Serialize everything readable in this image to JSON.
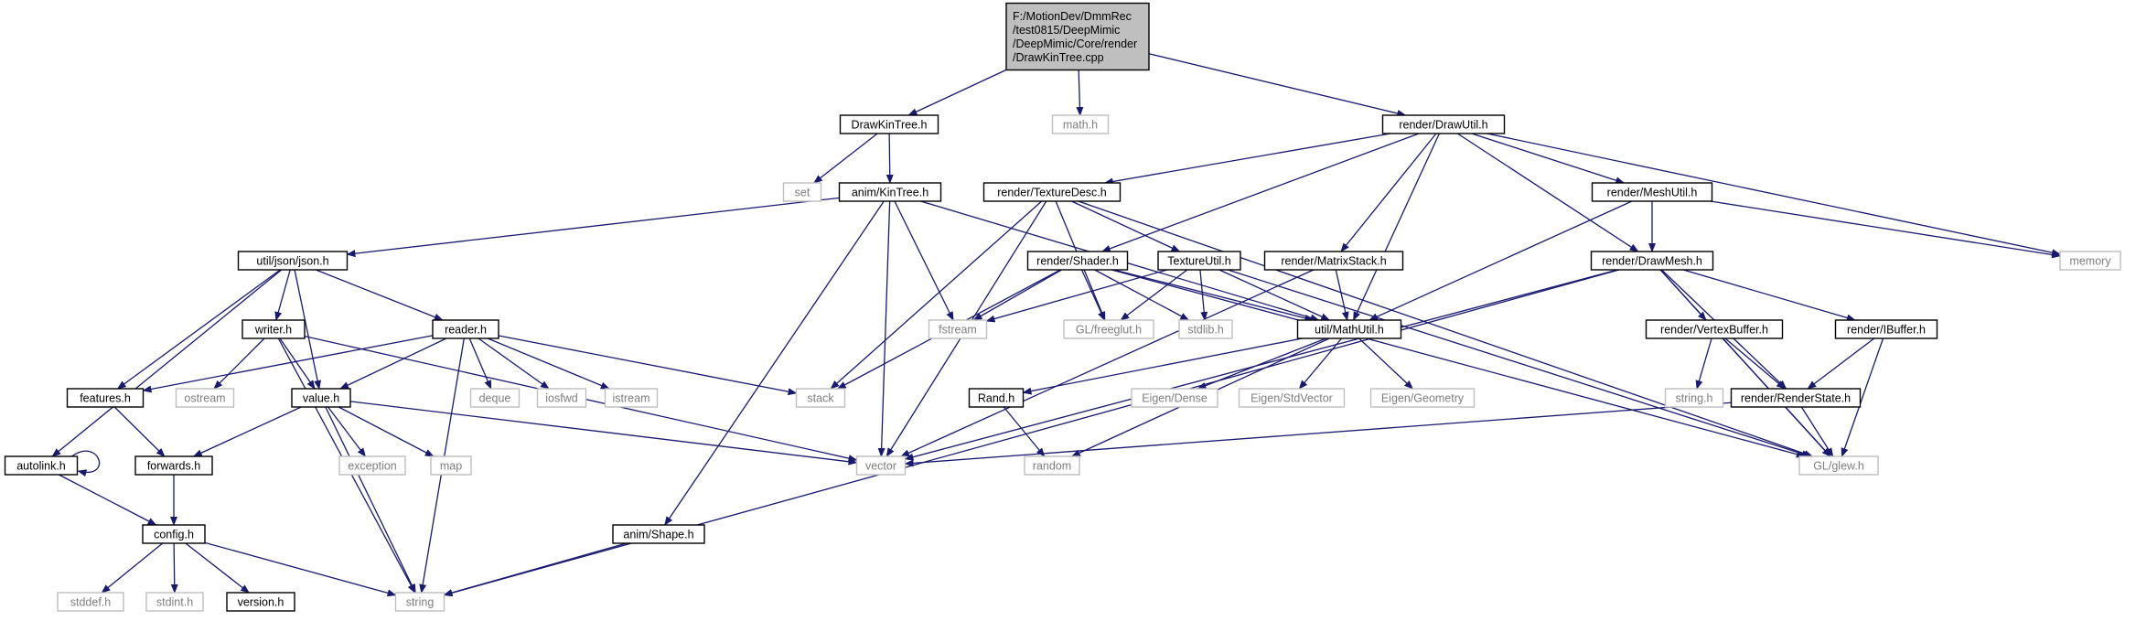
{
  "graph": {
    "colors": {
      "edge": "#191970",
      "internal_border": "#000000",
      "external_border": "#bfbfbf",
      "internal_text": "#000000",
      "external_text": "#7f7f7f",
      "root_fill": "#bfbfbf",
      "fill": "#ffffff"
    },
    "nodes": [
      {
        "id": "root",
        "lines": [
          "F:/MotionDev/DmmRec",
          "/test0815/DeepMimic",
          "/DeepMimic/Core/render",
          "/DrawKinTree.cpp"
        ],
        "kind": "root"
      },
      {
        "id": "drawkintree_h",
        "lines": [
          "DrawKinTree.h"
        ],
        "kind": "internal"
      },
      {
        "id": "math_h",
        "lines": [
          "math.h"
        ],
        "kind": "external"
      },
      {
        "id": "render_drawutil_h",
        "lines": [
          "render/DrawUtil.h"
        ],
        "kind": "internal"
      },
      {
        "id": "set",
        "lines": [
          "set"
        ],
        "kind": "external"
      },
      {
        "id": "anim_kintree_h",
        "lines": [
          "anim/KinTree.h"
        ],
        "kind": "internal"
      },
      {
        "id": "render_texturedesc_h",
        "lines": [
          "render/TextureDesc.h"
        ],
        "kind": "internal"
      },
      {
        "id": "render_meshutil_h",
        "lines": [
          "render/MeshUtil.h"
        ],
        "kind": "internal"
      },
      {
        "id": "memory",
        "lines": [
          "memory"
        ],
        "kind": "external"
      },
      {
        "id": "util_json_json_h",
        "lines": [
          "util/json/json.h"
        ],
        "kind": "internal"
      },
      {
        "id": "render_shader_h",
        "lines": [
          "render/Shader.h"
        ],
        "kind": "internal"
      },
      {
        "id": "textureutil_h",
        "lines": [
          "TextureUtil.h"
        ],
        "kind": "internal"
      },
      {
        "id": "render_matrixstack_h",
        "lines": [
          "render/MatrixStack.h"
        ],
        "kind": "internal"
      },
      {
        "id": "render_drawmesh_h",
        "lines": [
          "render/DrawMesh.h"
        ],
        "kind": "internal"
      },
      {
        "id": "writer_h",
        "lines": [
          "writer.h"
        ],
        "kind": "internal"
      },
      {
        "id": "reader_h",
        "lines": [
          "reader.h"
        ],
        "kind": "internal"
      },
      {
        "id": "fstream",
        "lines": [
          "fstream"
        ],
        "kind": "external"
      },
      {
        "id": "gl_freeglut_h",
        "lines": [
          "GL/freeglut.h"
        ],
        "kind": "external"
      },
      {
        "id": "stdlib_h",
        "lines": [
          "stdlib.h"
        ],
        "kind": "external"
      },
      {
        "id": "util_mathutil_h",
        "lines": [
          "util/MathUtil.h"
        ],
        "kind": "internal"
      },
      {
        "id": "render_vertexbuffer_h",
        "lines": [
          "render/VertexBuffer.h"
        ],
        "kind": "internal"
      },
      {
        "id": "render_ibuffer_h",
        "lines": [
          "render/IBuffer.h"
        ],
        "kind": "internal"
      },
      {
        "id": "features_h",
        "lines": [
          "features.h"
        ],
        "kind": "internal"
      },
      {
        "id": "ostream",
        "lines": [
          "ostream"
        ],
        "kind": "external"
      },
      {
        "id": "value_h",
        "lines": [
          "value.h"
        ],
        "kind": "internal"
      },
      {
        "id": "deque",
        "lines": [
          "deque"
        ],
        "kind": "external"
      },
      {
        "id": "iosfwd",
        "lines": [
          "iosfwd"
        ],
        "kind": "external"
      },
      {
        "id": "istream",
        "lines": [
          "istream"
        ],
        "kind": "external"
      },
      {
        "id": "stack",
        "lines": [
          "stack"
        ],
        "kind": "external"
      },
      {
        "id": "rand_h",
        "lines": [
          "Rand.h"
        ],
        "kind": "internal"
      },
      {
        "id": "eigen_dense",
        "lines": [
          "Eigen/Dense"
        ],
        "kind": "external"
      },
      {
        "id": "eigen_stdvector",
        "lines": [
          "Eigen/StdVector"
        ],
        "kind": "external"
      },
      {
        "id": "eigen_geometry",
        "lines": [
          "Eigen/Geometry"
        ],
        "kind": "external"
      },
      {
        "id": "string_h",
        "lines": [
          "string.h"
        ],
        "kind": "external"
      },
      {
        "id": "render_renderstate_h",
        "lines": [
          "render/RenderState.h"
        ],
        "kind": "internal"
      },
      {
        "id": "autolink_h",
        "lines": [
          "autolink.h"
        ],
        "kind": "internal"
      },
      {
        "id": "forwards_h",
        "lines": [
          "forwards.h"
        ],
        "kind": "internal"
      },
      {
        "id": "exception",
        "lines": [
          "exception"
        ],
        "kind": "external"
      },
      {
        "id": "map",
        "lines": [
          "map"
        ],
        "kind": "external"
      },
      {
        "id": "vector",
        "lines": [
          "vector"
        ],
        "kind": "external"
      },
      {
        "id": "random",
        "lines": [
          "random"
        ],
        "kind": "external"
      },
      {
        "id": "gl_glew_h",
        "lines": [
          "GL/glew.h"
        ],
        "kind": "external"
      },
      {
        "id": "config_h",
        "lines": [
          "config.h"
        ],
        "kind": "internal"
      },
      {
        "id": "anim_shape_h",
        "lines": [
          "anim/Shape.h"
        ],
        "kind": "internal"
      },
      {
        "id": "stddef_h",
        "lines": [
          "stddef.h"
        ],
        "kind": "external"
      },
      {
        "id": "stdint_h",
        "lines": [
          "stdint.h"
        ],
        "kind": "external"
      },
      {
        "id": "version_h",
        "lines": [
          "version.h"
        ],
        "kind": "internal"
      },
      {
        "id": "string",
        "lines": [
          "string"
        ],
        "kind": "external"
      }
    ],
    "edges": [
      [
        "root",
        "drawkintree_h"
      ],
      [
        "root",
        "math_h"
      ],
      [
        "root",
        "render_drawutil_h"
      ],
      [
        "drawkintree_h",
        "set"
      ],
      [
        "drawkintree_h",
        "anim_kintree_h"
      ],
      [
        "anim_kintree_h",
        "util_json_json_h"
      ],
      [
        "anim_kintree_h",
        "fstream"
      ],
      [
        "anim_kintree_h",
        "vector"
      ],
      [
        "anim_kintree_h",
        "anim_shape_h"
      ],
      [
        "anim_kintree_h",
        "util_mathutil_h"
      ],
      [
        "render_drawutil_h",
        "render_texturedesc_h"
      ],
      [
        "render_drawutil_h",
        "render_meshutil_h"
      ],
      [
        "render_drawutil_h",
        "memory"
      ],
      [
        "render_drawutil_h",
        "render_shader_h"
      ],
      [
        "render_drawutil_h",
        "render_matrixstack_h"
      ],
      [
        "render_drawutil_h",
        "util_mathutil_h"
      ],
      [
        "render_drawutil_h",
        "render_drawmesh_h"
      ],
      [
        "render_texturedesc_h",
        "textureutil_h"
      ],
      [
        "render_texturedesc_h",
        "stack"
      ],
      [
        "render_texturedesc_h",
        "vector"
      ],
      [
        "render_texturedesc_h",
        "gl_freeglut_h"
      ],
      [
        "render_texturedesc_h",
        "gl_glew_h"
      ],
      [
        "render_meshutil_h",
        "render_drawmesh_h"
      ],
      [
        "render_meshutil_h",
        "util_mathutil_h"
      ],
      [
        "render_meshutil_h",
        "memory"
      ],
      [
        "util_json_json_h",
        "writer_h"
      ],
      [
        "util_json_json_h",
        "reader_h"
      ],
      [
        "util_json_json_h",
        "features_h"
      ],
      [
        "util_json_json_h",
        "value_h"
      ],
      [
        "util_json_json_h",
        "autolink_h"
      ],
      [
        "render_shader_h",
        "fstream"
      ],
      [
        "render_shader_h",
        "gl_freeglut_h"
      ],
      [
        "render_shader_h",
        "stdlib_h"
      ],
      [
        "render_shader_h",
        "util_mathutil_h"
      ],
      [
        "render_shader_h",
        "stack"
      ],
      [
        "render_shader_h",
        "gl_glew_h"
      ],
      [
        "textureutil_h",
        "fstream"
      ],
      [
        "textureutil_h",
        "gl_freeglut_h"
      ],
      [
        "textureutil_h",
        "stdlib_h"
      ],
      [
        "textureutil_h",
        "util_mathutil_h"
      ],
      [
        "textureutil_h",
        "gl_glew_h"
      ],
      [
        "render_matrixstack_h",
        "util_mathutil_h"
      ],
      [
        "render_matrixstack_h",
        "vector"
      ],
      [
        "render_drawmesh_h",
        "render_vertexbuffer_h"
      ],
      [
        "render_drawmesh_h",
        "render_ibuffer_h"
      ],
      [
        "render_drawmesh_h",
        "render_renderstate_h"
      ],
      [
        "render_drawmesh_h",
        "gl_glew_h"
      ],
      [
        "render_drawmesh_h",
        "vector"
      ],
      [
        "render_drawmesh_h",
        "string"
      ],
      [
        "writer_h",
        "ostream"
      ],
      [
        "writer_h",
        "value_h"
      ],
      [
        "writer_h",
        "vector"
      ],
      [
        "writer_h",
        "string"
      ],
      [
        "reader_h",
        "features_h"
      ],
      [
        "reader_h",
        "value_h"
      ],
      [
        "reader_h",
        "deque"
      ],
      [
        "reader_h",
        "iosfwd"
      ],
      [
        "reader_h",
        "istream"
      ],
      [
        "reader_h",
        "stack"
      ],
      [
        "reader_h",
        "string"
      ],
      [
        "util_mathutil_h",
        "rand_h"
      ],
      [
        "util_mathutil_h",
        "eigen_dense"
      ],
      [
        "util_mathutil_h",
        "eigen_stdvector"
      ],
      [
        "util_mathutil_h",
        "eigen_geometry"
      ],
      [
        "util_mathutil_h",
        "random"
      ],
      [
        "render_vertexbuffer_h",
        "string_h"
      ],
      [
        "render_vertexbuffer_h",
        "render_renderstate_h"
      ],
      [
        "render_vertexbuffer_h",
        "gl_glew_h"
      ],
      [
        "render_ibuffer_h",
        "render_renderstate_h"
      ],
      [
        "render_ibuffer_h",
        "gl_glew_h"
      ],
      [
        "render_renderstate_h",
        "gl_glew_h"
      ],
      [
        "render_renderstate_h",
        "vector"
      ],
      [
        "features_h",
        "forwards_h"
      ],
      [
        "value_h",
        "forwards_h"
      ],
      [
        "value_h",
        "exception"
      ],
      [
        "value_h",
        "map"
      ],
      [
        "value_h",
        "vector"
      ],
      [
        "value_h",
        "string"
      ],
      [
        "rand_h",
        "random"
      ],
      [
        "autolink_h",
        "autolink_h"
      ],
      [
        "autolink_h",
        "config_h"
      ],
      [
        "forwards_h",
        "config_h"
      ],
      [
        "config_h",
        "stddef_h"
      ],
      [
        "config_h",
        "stdint_h"
      ],
      [
        "config_h",
        "version_h"
      ],
      [
        "config_h",
        "string"
      ],
      [
        "anim_shape_h",
        "string"
      ]
    ]
  }
}
